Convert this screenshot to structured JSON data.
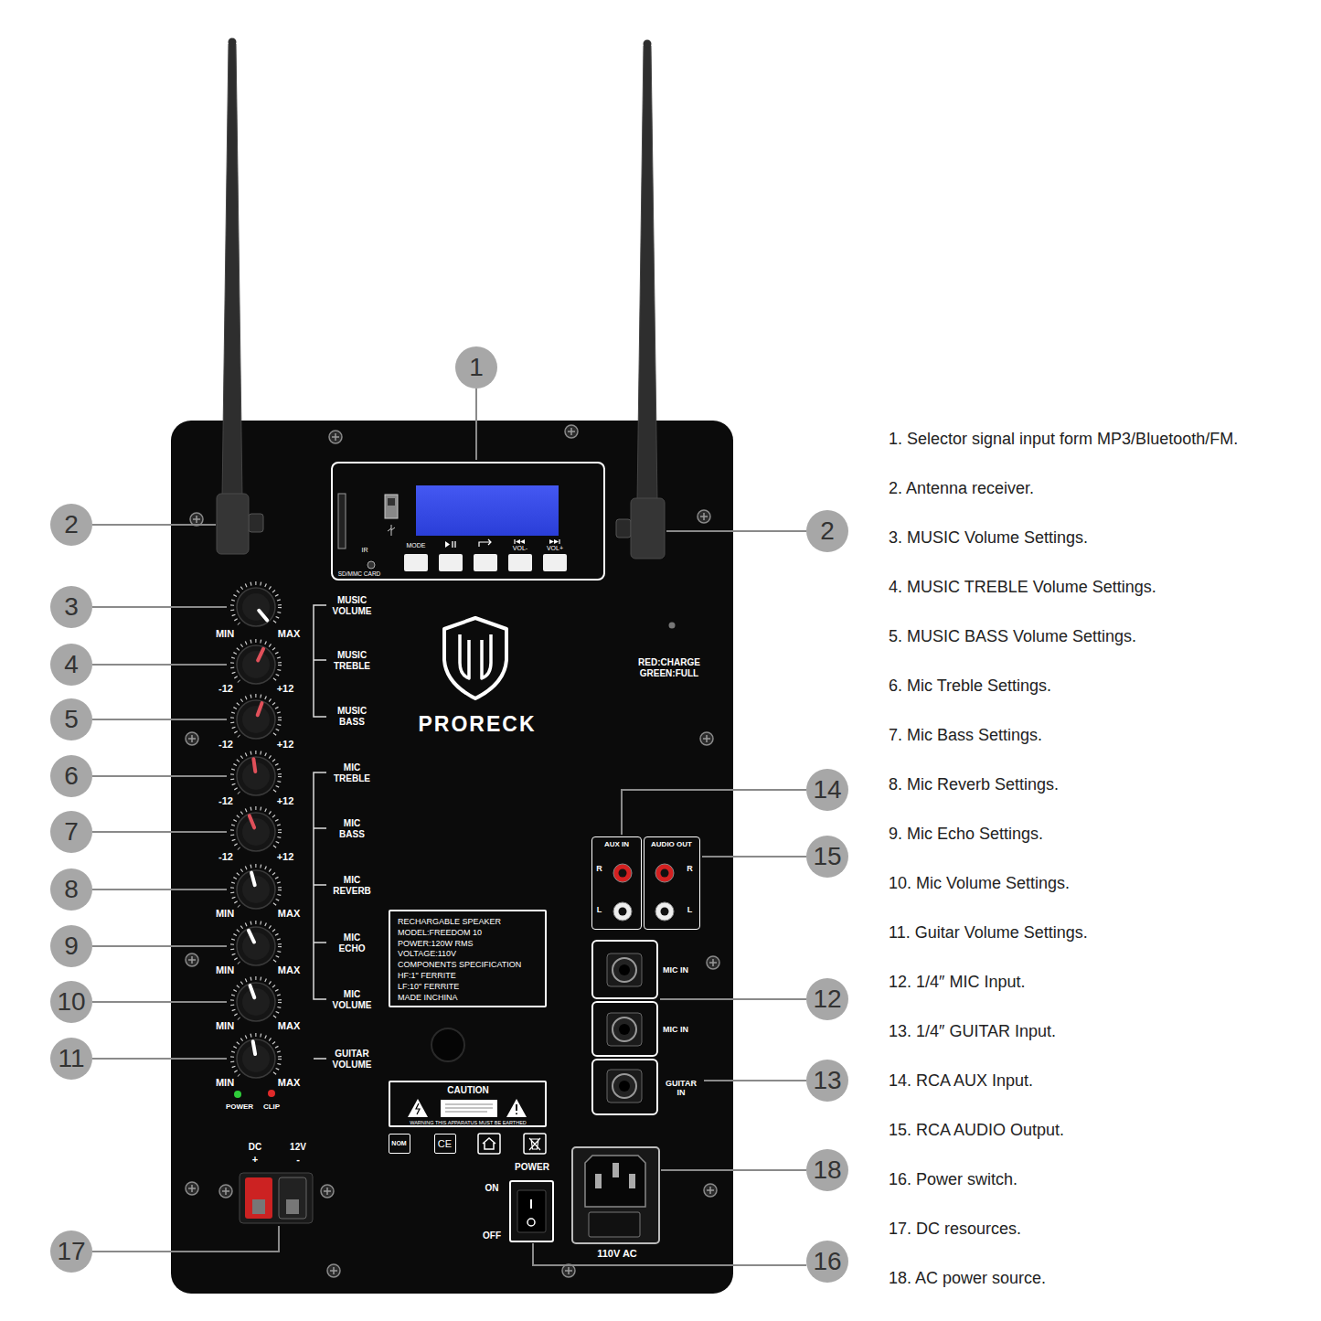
{
  "diagram": {
    "nodes": [
      {
        "text": [
          "PRORECK"
        ]
      },
      {
        "text": [
          "SD/MMC CARD",
          "IR",
          "MODE",
          "VOL-",
          "VOL+"
        ],
        "in": 0
      },
      {
        "text": [
          "RECHARGABLE SPEAKER",
          "MODEL:FREEDOM 10",
          "POWER:120W RMS",
          "VOLTAGE:110V",
          "COMPONENTS SPECIFICATION",
          "HF:1\" FERRITE",
          "LF:10\" FERRITE",
          "MADE INCHINA"
        ],
        "in": 0
      },
      {
        "text": [
          "CAUTION",
          "WARNING THIS APPARATUS MUST BE EARTHED"
        ],
        "in": 0
      },
      {
        "text": [
          "AUX IN",
          "R",
          "L"
        ],
        "in": 0
      },
      {
        "text": [
          "AUDIO OUT",
          "R",
          "L"
        ],
        "in": 0
      },
      {
        "text": [
          "MIC IN"
        ],
        "in": 0
      },
      {
        "text": [
          "MIC IN"
        ],
        "in": 0
      },
      {
        "text": [
          "GUITAR IN"
        ],
        "in": 0
      },
      {
        "text": [
          "NOM"
        ],
        "in": 0
      },
      {
        "text": [
          "CE"
        ],
        "in": 0
      }
    ],
    "labels": [
      "1",
      "2",
      "2",
      "3",
      "4",
      "5",
      "6",
      "7",
      "8",
      "9",
      "10",
      "11",
      "12",
      "13",
      "14",
      "15",
      "16",
      "17",
      "18",
      "MIN",
      "MAX",
      "-12",
      "+12",
      "-12",
      "+12",
      "-12",
      "+12",
      "-12",
      "+12",
      "MIN",
      "MAX",
      "MIN",
      "MAX",
      "MIN",
      "MAX",
      "MIN",
      "MAX",
      "MUSIC VOLUME",
      "MUSIC TREBLE",
      "MUSIC BASS",
      "MIC TREBLE",
      "MIC BASS",
      "MIC REVERB",
      "MIC ECHO",
      "MIC VOLUME",
      "GUITAR VOLUME",
      "POWER",
      "CLIP",
      "RED:CHARGE",
      "GREEN:FULL",
      "DC",
      "+",
      "12V",
      "-",
      "POWER",
      "ON",
      "OFF",
      "110V AC",
      "1. Selector signal input form MP3/Bluetooth/FM.",
      "2. Antenna receiver.",
      "3. MUSIC Volume Settings.",
      "4. MUSIC TREBLE Volume Settings.",
      "5. MUSIC BASS Volume Settings.",
      "6. Mic Treble Settings.",
      "7. Mic Bass Settings.",
      "8. Mic Reverb Settings.",
      "9. Mic Echo Settings.",
      "10. Mic Volume Settings.",
      "11. Guitar Volume Settings.",
      "12. 1/4″ MIC Input.",
      "13. 1/4″ GUITAR Input.",
      "14. RCA AUX Input.",
      "15. RCA AUDIO Output.",
      "16. Power switch.",
      "17. DC resources.",
      "18. AC power source."
    ]
  }
}
